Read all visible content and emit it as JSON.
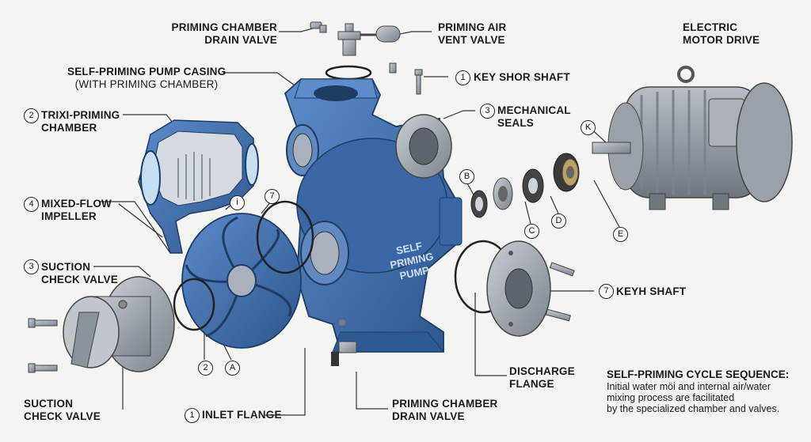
{
  "labels": {
    "priming_drain_top": [
      "PRIMING CHAMBER",
      "DRAIN VALVE"
    ],
    "priming_air_vent": [
      "PRIMING AIR",
      "VENT VALVE"
    ],
    "electric_motor": [
      "ELECTRIC",
      "MOTOR DRIVE"
    ],
    "pump_casing": [
      "SELF-PRIMING PUMP CASING",
      "(WITH PRIMING CHAMBER)"
    ],
    "key_shor_shaft": "KEY SHOR SHAFT",
    "trixi_chamber": [
      "TRIXI-PRIMING",
      "CHAMBER"
    ],
    "mechanical_seals": [
      "MECHANICAL",
      "SEALS"
    ],
    "mixed_flow_impeller": [
      "MIXED-FLOW",
      "IMPELLER"
    ],
    "suction_check_valve_top": [
      "SUCTION",
      "CHECK VALVE"
    ],
    "keyh_shaft": "KEYH SHAFT",
    "discharge_flange": [
      "DISCHARGE",
      "FLANGE"
    ],
    "suction_check_valve_bottom": [
      "SUCTION",
      "CHECK VALVE"
    ],
    "inlet_flange": "INLET FLANGE",
    "priming_drain_bottom": [
      "PRIMING CHAMBER",
      "DRAIN VALVE"
    ]
  },
  "badges": {
    "key_shor_shaft": "1",
    "trixi_chamber": "2",
    "mechanical_seals": "3",
    "mixed_flow_impeller": "4",
    "suction_check_valve_top": "3",
    "keyh_shaft": "7",
    "inlet_flange": "1",
    "impeller_i": "i",
    "impeller_7": "7",
    "part_2": "2",
    "part_a": "A",
    "seal_b": "B",
    "seal_c": "C",
    "seal_d": "D",
    "seal_e": "E",
    "motor_k": "K"
  },
  "casing_text": [
    "SELF",
    "PRIMING",
    "PUMP"
  ],
  "note": {
    "title": "SELF-PRIMING CYCLE SEQUENCE:",
    "lines": [
      "Initial water möi and internal air/water",
      "mixing process are facilitated",
      "by the specialized chamber and valves."
    ]
  },
  "colors": {
    "pump_blue": "#3f6fae",
    "pump_blue_dark": "#2b4f84",
    "steel": "#9aa1a8",
    "steel_dark": "#5d646b",
    "leader": "#333333"
  }
}
